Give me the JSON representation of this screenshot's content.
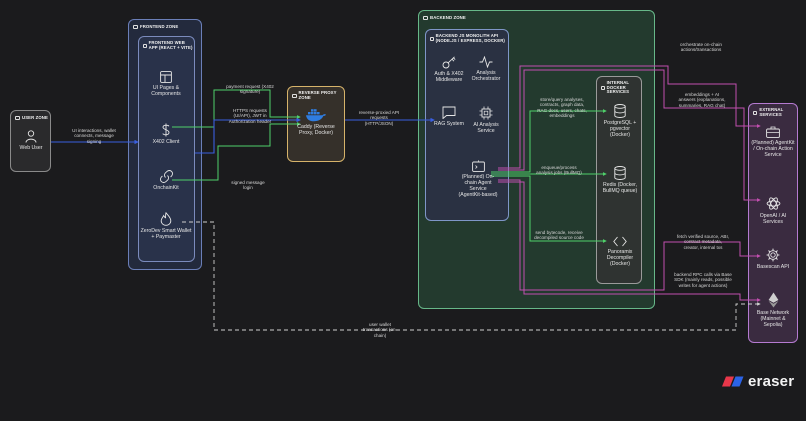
{
  "zones": {
    "user": "USER ZONE",
    "frontend": "FRONTEND ZONE",
    "frontend_app": "FRONTEND WEB APP (REACT + VITE)",
    "proxy": "REVERSE PROXY ZONE",
    "backend": "BACKEND ZONE",
    "backend_api": "BACKEND JS MONOLITH API (NODE.JS / EXPRESS, DOCKER)",
    "docker": "INTERNAL DOCKER SERVICES",
    "external": "EXTERNAL SERVICES"
  },
  "nodes": {
    "web_user": "Web User",
    "ui_pages": "UI Pages & Components",
    "x402_client": "X402 Client",
    "onchainkit": "OnchainKit",
    "zerodev": "ZeroDev Smart Wallet + Paymaster",
    "caddy": "Caddy (Reverse Proxy, Docker)",
    "auth": "Auth & X402 Middleware",
    "analysis": "Analysis Orchestrator",
    "rag": "RAG System",
    "ai_analysis": "AI Analysis Service",
    "onchain_agent": "(Planned) On-chain Agent Service (AgentKit-based)",
    "postgres": "PostgreSQL + pgvector (Docker)",
    "redis": "Redis (Docker, BullMQ queue)",
    "panoramix": "Panoramix Decompiler (Docker)",
    "agentkit": "(Planned) AgentKit / On-chain Action Service",
    "openai": "OpenAI / AI Services",
    "basescan": "Basescan API",
    "base_network": "Base Network (Mainnet & Sepolia)"
  },
  "edges": {
    "ui_interactions": "UI interactions, wallet connects, message signing",
    "payment_request": "payment request (X402 signature)",
    "https_requests": "HTTPS requests (UI/API), JWT in Authorization header",
    "signed_message": "signed message login",
    "reverse_proxied": "reverse-proxied API requests (HTTP/JSON)",
    "store_query": "store/query analyses, contracts, graph data, RAG docs, users, chats, embeddings",
    "enqueue": "enqueue/process analysis jobs (BullMQ)",
    "bytecode": "send bytecode, receive decompiled source code",
    "orchestrate": "orchestrate on-chain actions/transactions",
    "embeddings": "embeddings + AI answers (explanations, summaries, RAG chat)",
    "fetch_verified": "fetch verified source, ABI, contract metadata, creator, internal txs",
    "backend_rpc": "backend RPC calls via Base SDK (mainly reads, possible writes for agent actions)",
    "user_wallet": "user wallet transactions (on-chain)"
  },
  "brand": "eraser",
  "colors": {
    "background": "#1b1b1d",
    "frontend_zone": "#6b7fb8",
    "proxy_zone": "#d6b36a",
    "backend_zone": "#67b889",
    "external_zone": "#b57ad1",
    "edge_green": "#4fd06a",
    "edge_blue": "#3a5fe0",
    "edge_pink": "#c24fb0",
    "brand_red": "#e8374a"
  },
  "icons": {
    "web_user": "person-icon",
    "ui_pages": "layout-icon",
    "x402_client": "dollar-icon",
    "onchainkit": "link-icon",
    "zerodev": "flame-icon",
    "caddy": "docker-whale-icon",
    "auth": "key-icon",
    "analysis": "activity-icon",
    "rag": "chat-icon",
    "ai_analysis": "chip-icon",
    "onchain_agent": "terminal-icon",
    "postgres": "database-icon",
    "redis": "database-icon",
    "panoramix": "code-icon",
    "agentkit": "briefcase-icon",
    "openai": "openai-icon",
    "basescan": "gear-icon",
    "base_network": "ethereum-icon"
  }
}
